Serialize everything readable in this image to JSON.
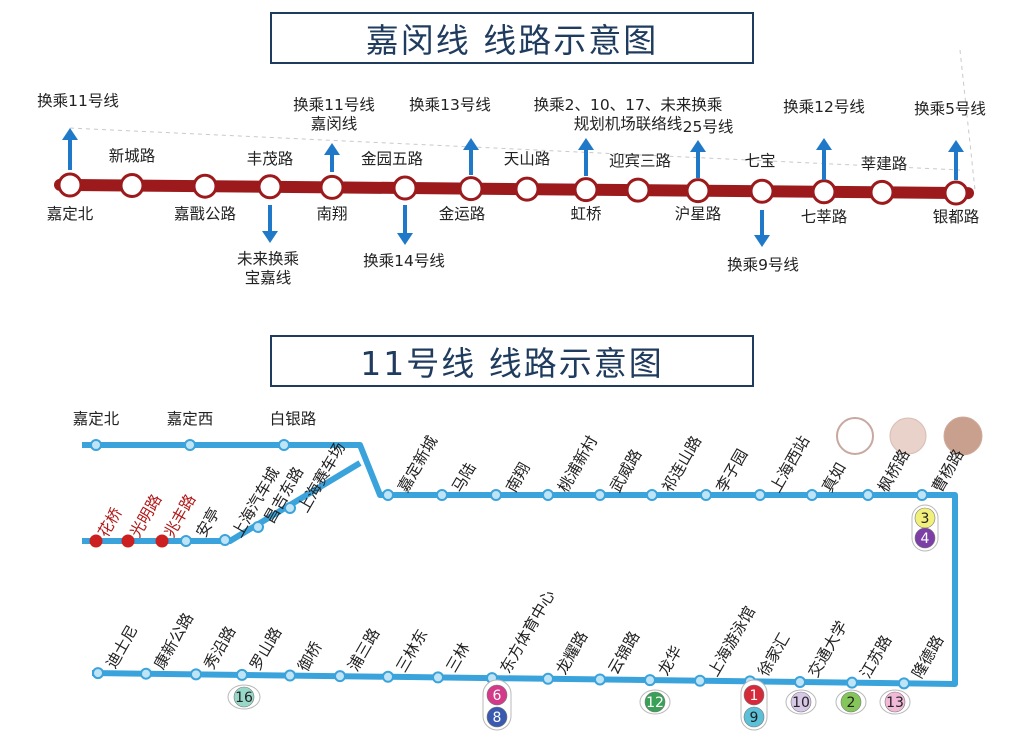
{
  "jiamin": {
    "title": "嘉闵线 线路示意图",
    "line_color": "#9c1a1c",
    "arrow_color": "#1f78c8",
    "stations": [
      "嘉定北",
      "新城路",
      "嘉戬公路",
      "丰茂路",
      "南翔",
      "金园五路",
      "金运路",
      "天山路",
      "虹桥",
      "迎宾三路",
      "沪星路",
      "七宝",
      "七莘路",
      "莘建路",
      "银都路"
    ],
    "transfers_up": [
      "换乘11号线",
      "换乘11号线\n嘉闵线",
      "换乘13号线",
      "换乘2、10、17、未来换乘\n规划机场联络线",
      "25号线",
      "换乘12号线",
      "换乘5号线"
    ],
    "transfers_down": [
      "未来换乘\n宝嘉线",
      "换乘14号线",
      "换乘9号线"
    ]
  },
  "line11": {
    "title": "11号线 线路示意图",
    "line_color": "#3aa3dc",
    "stations_main": [
      "嘉定北",
      "嘉定西",
      "白银路",
      "上海汽车城",
      "昌吉东路",
      "上海赛车场",
      "嘉定新城",
      "马陆",
      "南翔",
      "桃浦新村",
      "武威路",
      "祁连山路",
      "李子园",
      "上海西站",
      "真如",
      "枫桥路",
      "曹杨路",
      "隆德路",
      "江苏路",
      "交通大学",
      "徐家汇",
      "上海游泳馆",
      "龙华",
      "云锦路",
      "龙耀路",
      "东方体育中心",
      "三林",
      "三林东",
      "浦三路",
      "御桥",
      "罗山路",
      "秀沿路",
      "康新公路",
      "迪士尼"
    ],
    "stations_branch": [
      "花桥",
      "光明路",
      "兆丰路",
      "安亭"
    ],
    "transfer_badges": [
      {
        "label": "3",
        "color": "#f2f07a"
      },
      {
        "label": "4",
        "color": "#7b3fa6"
      },
      {
        "label": "13",
        "color": "#f2b8d8"
      },
      {
        "label": "2",
        "color": "#84c65a"
      },
      {
        "label": "10",
        "color": "#d8c8e8"
      },
      {
        "label": "1",
        "color": "#d42a3a"
      },
      {
        "label": "9",
        "color": "#5bc0d8"
      },
      {
        "label": "12",
        "color": "#3aa058"
      },
      {
        "label": "6",
        "color": "#d43a8a"
      },
      {
        "label": "8",
        "color": "#3a5ab0"
      },
      {
        "label": "16",
        "color": "#98d8c8"
      }
    ]
  }
}
